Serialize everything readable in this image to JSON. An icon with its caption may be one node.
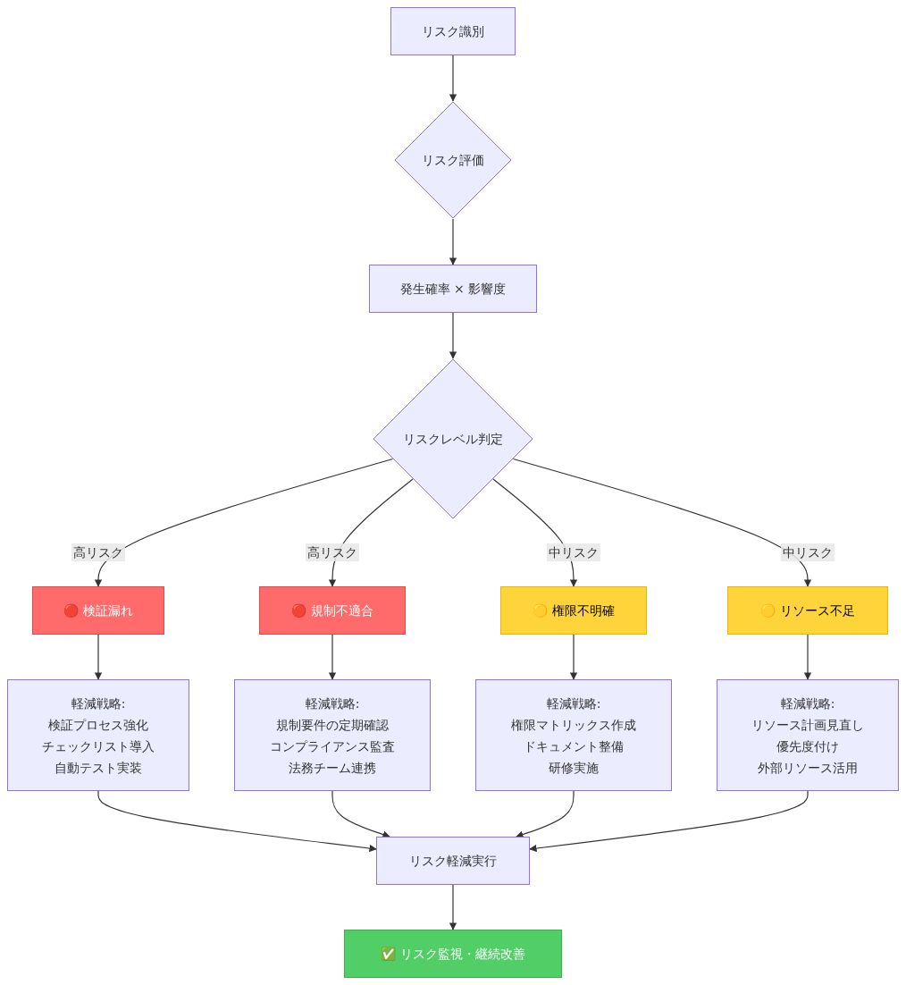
{
  "diagram": {
    "nodes": [
      {
        "text": [
          "リスク識別"
        ]
      },
      {
        "text": [
          "リスク評価"
        ]
      },
      {
        "text": [
          "発生確率 × 影響度"
        ]
      },
      {
        "text": [
          "リスクレベル判定"
        ]
      },
      {
        "text": [
          "🔴 検証漏れ"
        ]
      },
      {
        "text": [
          "🔴 規制不適合"
        ]
      },
      {
        "text": [
          "🟡 権限不明確"
        ]
      },
      {
        "text": [
          "🟡 リソース不足"
        ]
      },
      {
        "text": [
          "軽減戦略:",
          "検証プロセス強化",
          "チェックリスト導入",
          "自動テスト実装"
        ]
      },
      {
        "text": [
          "軽減戦略:",
          "規制要件の定期確認",
          "コンプライアンス監査",
          "法務チーム連携"
        ]
      },
      {
        "text": [
          "軽減戦略:",
          "権限マトリックス作成",
          "ドキュメント整備",
          "研修実施"
        ]
      },
      {
        "text": [
          "軽減戦略:",
          "リソース計画見直し",
          "優先度付け",
          "外部リソース活用"
        ]
      },
      {
        "text": [
          "リスク軽減実行"
        ]
      },
      {
        "text": [
          "✅ リスク監視・継続改善"
        ]
      }
    ],
    "edges": [
      {
        "from": 0,
        "to": 1,
        "arrow": "to"
      },
      {
        "from": 1,
        "to": 2,
        "arrow": "to"
      },
      {
        "from": 2,
        "to": 3,
        "arrow": "to"
      },
      {
        "from": 3,
        "to": 4,
        "arrow": "to",
        "label": "高リスク"
      },
      {
        "from": 3,
        "to": 5,
        "arrow": "to",
        "label": "高リスク"
      },
      {
        "from": 3,
        "to": 6,
        "arrow": "to",
        "label": "中リスク"
      },
      {
        "from": 3,
        "to": 7,
        "arrow": "to",
        "label": "中リスク"
      },
      {
        "from": 4,
        "to": 8,
        "arrow": "to"
      },
      {
        "from": 5,
        "to": 9,
        "arrow": "to"
      },
      {
        "from": 6,
        "to": 10,
        "arrow": "to"
      },
      {
        "from": 7,
        "to": 11,
        "arrow": "to"
      },
      {
        "from": 8,
        "to": 12,
        "arrow": "to"
      },
      {
        "from": 9,
        "to": 12,
        "arrow": "to"
      },
      {
        "from": 10,
        "to": 12,
        "arrow": "to"
      },
      {
        "from": 11,
        "to": 12,
        "arrow": "to"
      },
      {
        "from": 12,
        "to": 13,
        "arrow": "to"
      }
    ]
  }
}
